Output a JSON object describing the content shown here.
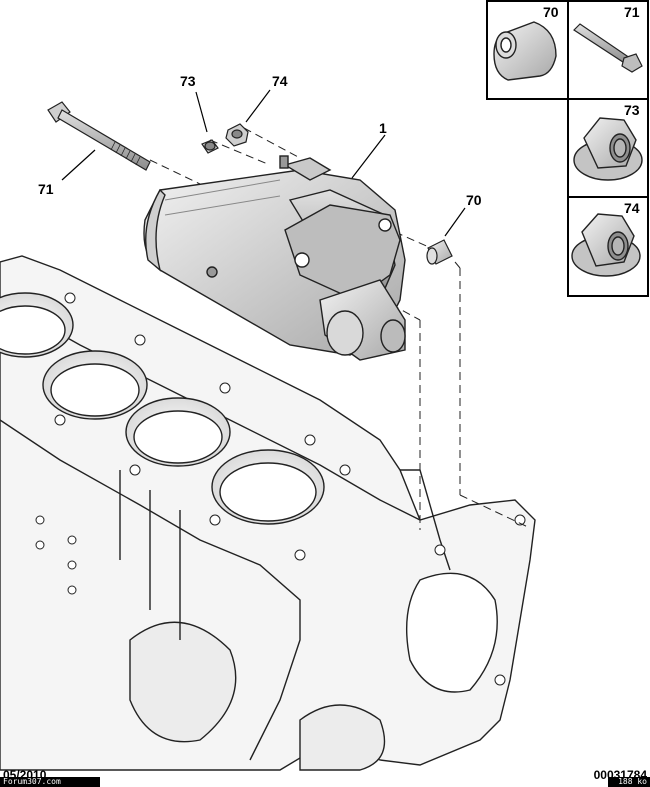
{
  "callouts": {
    "starter": "1",
    "bolt_left": "71",
    "nut_73": "73",
    "nut_74": "74",
    "bushing_70": "70"
  },
  "legend": [
    {
      "number": "70",
      "icon": "bushing-icon"
    },
    {
      "number": "71",
      "icon": "bolt-icon"
    },
    {
      "number": "73",
      "icon": "flange-nut-icon"
    },
    {
      "number": "74",
      "icon": "flange-nut-icon"
    }
  ],
  "footer": {
    "date": "05/2010",
    "reference": "00031784",
    "watermark": "Forum307.com",
    "filesize": "188 ko"
  }
}
